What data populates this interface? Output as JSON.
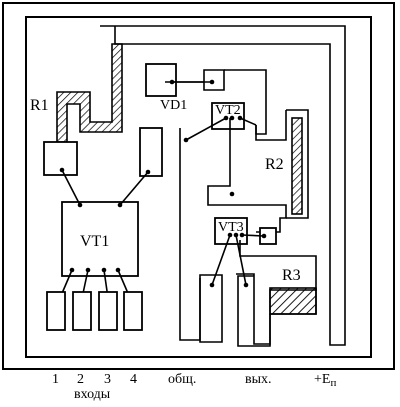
{
  "labels": {
    "r1": "R1",
    "r2": "R2",
    "r3": "R3",
    "vd1": "VD1",
    "vt1": "VT1",
    "vt2": "VT2",
    "vt3": "VT3"
  },
  "footer": {
    "pin1": "1",
    "pin2": "2",
    "pin3": "3",
    "pin4": "4",
    "inputs": "входы",
    "common": "общ.",
    "output": "вых.",
    "supply": "+E",
    "supply_sub": "п"
  }
}
